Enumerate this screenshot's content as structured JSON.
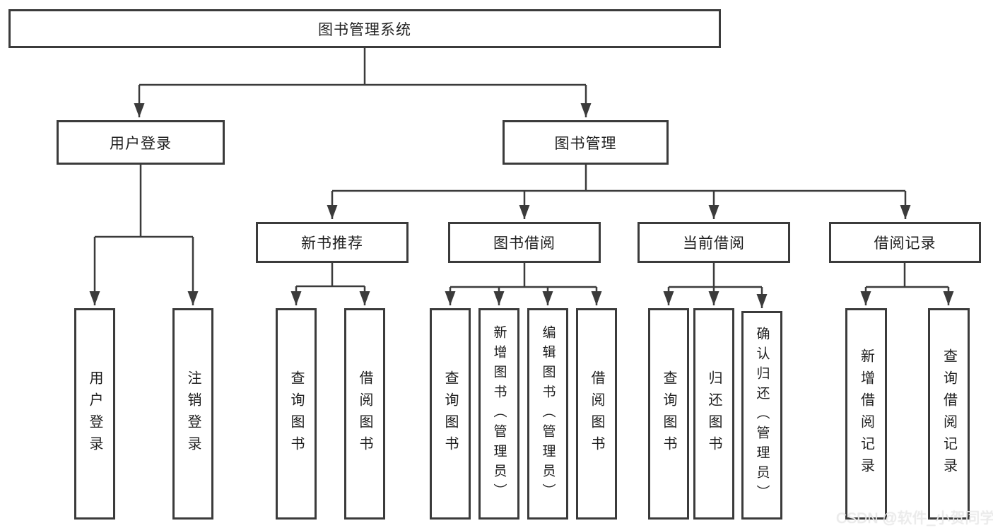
{
  "watermark": "CSDN @软件_小贺同学",
  "colors": {
    "line": "#3b3b3b",
    "box_border": "#3b3b3b",
    "text": "#1f1f1f",
    "background": "#ffffff",
    "watermark": "#ececec"
  },
  "tree": {
    "root": {
      "label": "图书管理系统"
    },
    "branches": [
      {
        "label": "用户登录",
        "children": [
          {
            "label": "用户登录"
          },
          {
            "label": "注销登录"
          }
        ]
      },
      {
        "label": "图书管理",
        "children": [
          {
            "label": "新书推荐",
            "children": [
              {
                "label": "查询图书"
              },
              {
                "label": "借阅图书"
              }
            ]
          },
          {
            "label": "图书借阅",
            "children": [
              {
                "label": "查询图书"
              },
              {
                "label": "新增图书（管理员）"
              },
              {
                "label": "编辑图书（管理员）"
              },
              {
                "label": "借阅图书"
              }
            ]
          },
          {
            "label": "当前借阅",
            "children": [
              {
                "label": "查询图书"
              },
              {
                "label": "归还图书"
              },
              {
                "label": "确认归还（管理员）"
              }
            ]
          },
          {
            "label": "借阅记录",
            "children": [
              {
                "label": "新增借阅记录"
              },
              {
                "label": "查询借阅记录"
              }
            ]
          }
        ]
      }
    ]
  }
}
